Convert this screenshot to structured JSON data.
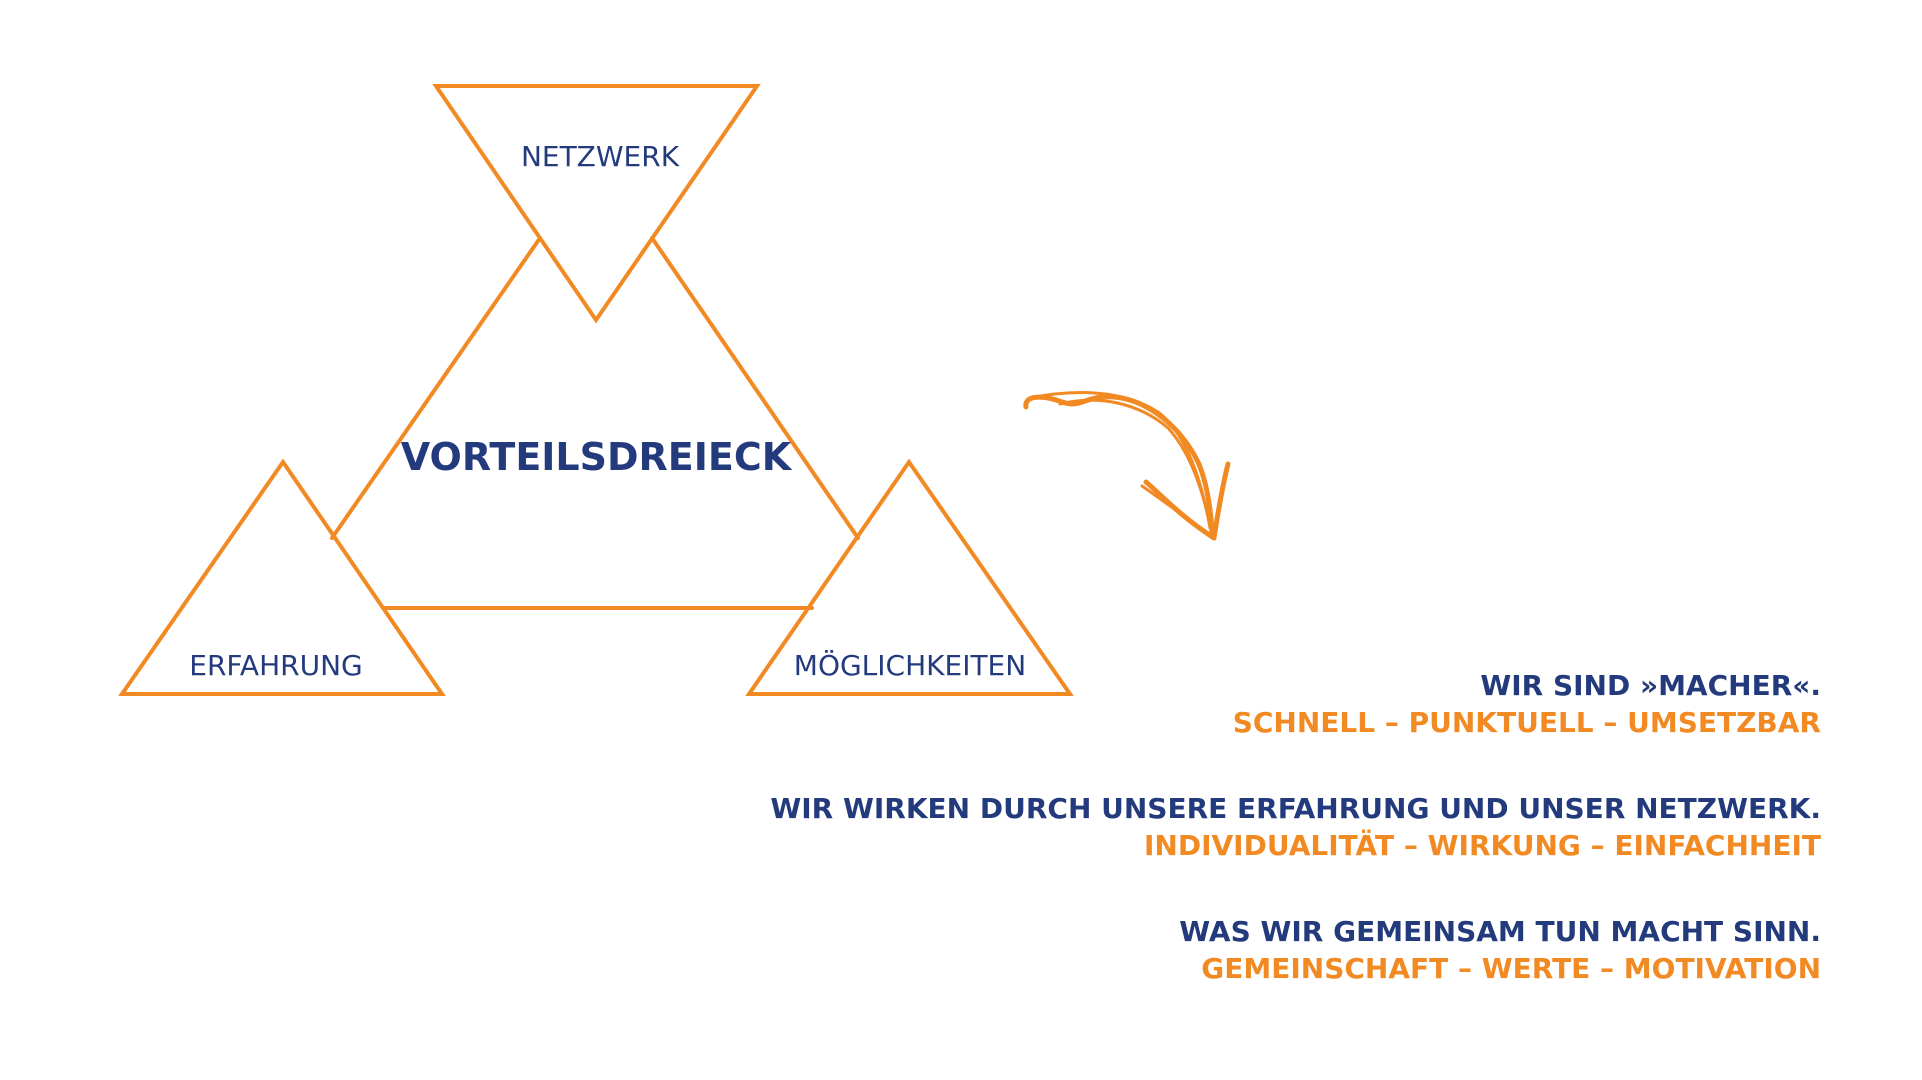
{
  "diagram": {
    "center_label": "VORTEILSDREIECK",
    "top_label": "NETZWERK",
    "left_label": "ERFAHRUNG",
    "right_label": "MÖGLICHKEITEN",
    "stroke_color": "#f28a24",
    "label_color": "#233b7d",
    "arrow_icon": "hand-drawn-curved-arrow-icon"
  },
  "statements": [
    {
      "claim": "WIR SIND »MACHER«.",
      "values": "SCHNELL – PUNKTUELL – UMSETZBAR"
    },
    {
      "claim": "WIR WIRKEN DURCH UNSERE ERFAHRUNG UND UNSER NETZWERK.",
      "values": "INDIVIDUALITÄT – WIRKUNG – EINFACHHEIT"
    },
    {
      "claim": "WAS WIR GEMEINSAM TUN MACHT SINN.",
      "values": "GEMEINSCHAFT – WERTE – MOTIVATION"
    }
  ]
}
